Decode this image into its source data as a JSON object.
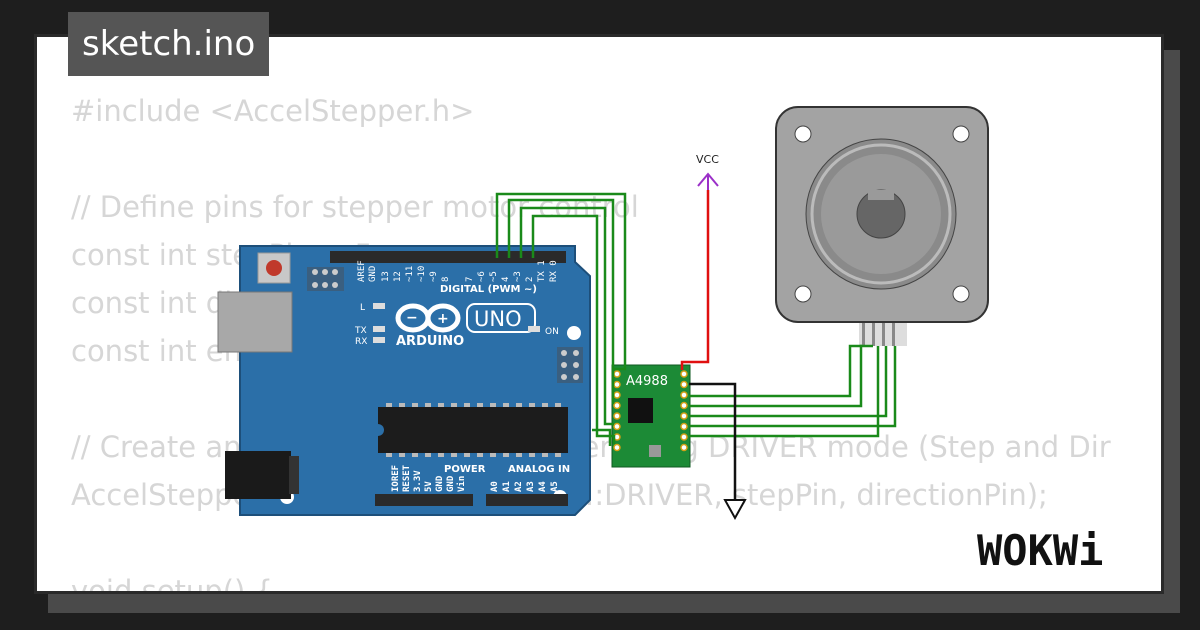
{
  "file_tab": "sketch.ino",
  "code_lines": [
    "#include <AccelStepper.h>",
    "",
    "// Define pins for stepper motor control",
    "const int stepPin = 5;",
    "const int directionPin = 4;",
    "const int enablePin = 3;",
    "",
    "// Create an instance of AccelStepper using DRIVER mode (Step and Dir",
    "AccelStepper stepper(AccelStepper::DRIVER, stepPin, directionPin);",
    "",
    "void setup() {"
  ],
  "board": {
    "brand": "ARDUINO",
    "model": "UNO",
    "digital_label": "DIGITAL (PWM ~)",
    "digital_pins": [
      "AREF",
      "GND",
      "13",
      "12",
      "~11",
      "~10",
      "~9",
      "8",
      "7",
      "~6",
      "~5",
      "4",
      "~3",
      "2",
      "TX 1",
      "RX 0"
    ],
    "power_label": "POWER",
    "analog_label": "ANALOG IN",
    "power_pins": [
      "IOREF",
      "RESET",
      "3.3V",
      "5V",
      "GND",
      "GND",
      "Vin"
    ],
    "analog_pins": [
      "A0",
      "A1",
      "A2",
      "A3",
      "A4",
      "A5"
    ],
    "led_labels": [
      "L",
      "TX",
      "RX",
      "ON"
    ]
  },
  "driver": {
    "label": "A4988"
  },
  "vcc_label": "VCC",
  "wokwi_logo": "WOKWi",
  "colors": {
    "board": "#2b6fa8",
    "driver": "#1c8a36",
    "wire_signal": "#1a8a1a",
    "wire_power": "#e01010",
    "wire_ground": "#111111",
    "vcc": "#9b30c8"
  }
}
